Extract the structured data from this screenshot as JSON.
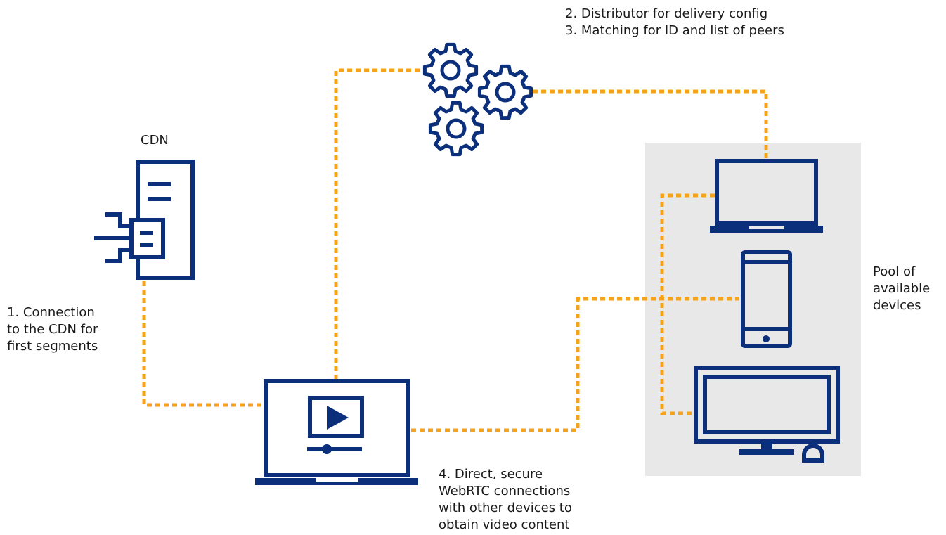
{
  "labels": {
    "step23": [
      "2. Distributor for delivery config",
      "3. Matching for ID and list of peers"
    ],
    "cdn": "CDN",
    "step1": [
      "1. Connection",
      "to the CDN for",
      "first segments"
    ],
    "pool": [
      "Pool of",
      "available",
      "devices"
    ],
    "step4": [
      "4. Direct, secure",
      "WebRTC connections",
      "with other devices to",
      "obtain video content"
    ]
  },
  "icons": [
    "server-icon",
    "plug-icon",
    "gear-icon",
    "laptop-icon",
    "smartphone-icon",
    "desktop-monitor-icon",
    "mouse-icon",
    "video-player-icon",
    "play-icon"
  ],
  "colors": {
    "icon": "#0b2f7a",
    "connection": "#f5a31a",
    "pool_background": "#e8e8e8",
    "text": "#1a1a1a"
  }
}
